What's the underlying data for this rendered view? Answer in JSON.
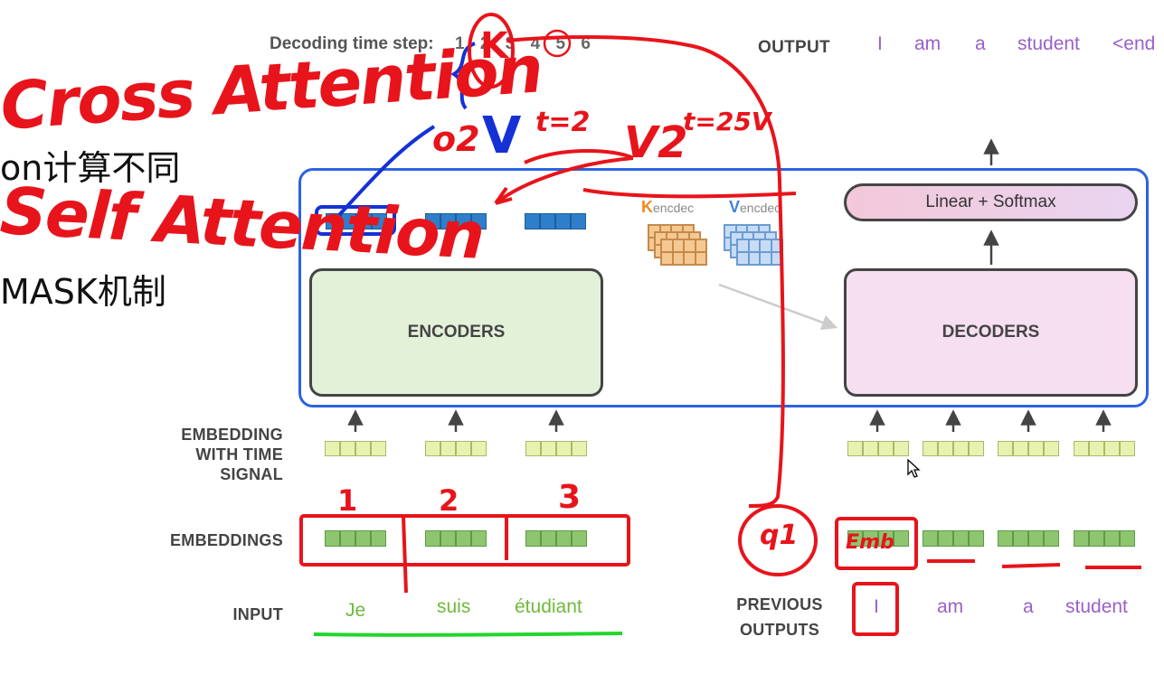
{
  "diagram": {
    "time_step_label": "Decoding time step:",
    "time_steps": [
      "1",
      "2",
      "3",
      "4",
      "5",
      "6"
    ],
    "output_label": "OUTPUT",
    "output_tokens": [
      "I",
      "am",
      "a",
      "student",
      "<end"
    ],
    "linear_softmax": "Linear + Softmax",
    "k_label": "encdec",
    "k_letter": "K",
    "v_label": "encdec",
    "v_letter": "V",
    "encoders": "ENCODERS",
    "decoders": "DECODERS",
    "emb_time_label": [
      "EMBEDDING",
      "WITH TIME",
      "SIGNAL"
    ],
    "embeddings_label": "EMBEDDINGS",
    "input_label": "INPUT",
    "input_tokens": [
      "Je",
      "suis",
      "étudiant"
    ],
    "prev_outputs_label": [
      "PREVIOUS",
      "OUTPUTS"
    ],
    "prev_tokens": [
      "I",
      "am",
      "a",
      "student"
    ]
  },
  "notes": {
    "cross_attention": "Cross Attention",
    "self_attention": "Self Attention",
    "cjk_line1": "on计算不同",
    "cjk_line2": "MASK机制",
    "k_mark": "K",
    "o2": "o2",
    "v_mark": "V",
    "t2": "t=2",
    "v2": "V2",
    "t25": "t=25V",
    "n1": "1",
    "n2": "2",
    "n3": "3",
    "q1": "q1",
    "emb_mark": "Emb"
  },
  "colors": {
    "outer_border": "#2b63e0",
    "annotation_red": "#e8141b",
    "annotation_blue": "#1431d6",
    "underline_green": "#22d62a",
    "token_green": "#6fb93a",
    "token_purple": "#9a5fc8"
  }
}
